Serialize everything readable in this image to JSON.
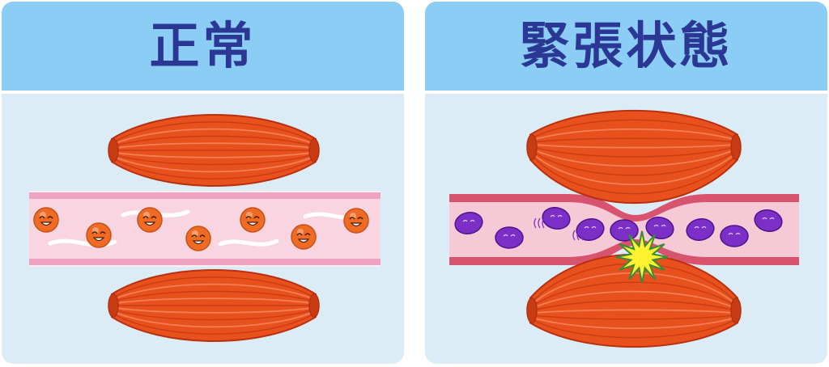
{
  "panels": [
    {
      "id": "normal",
      "title": "正常",
      "state": "relaxed muscles, open vessel"
    },
    {
      "id": "tense",
      "title": "緊張状態",
      "state": "contracted muscles, compressed vessel"
    }
  ],
  "colors": {
    "header_bg": "#8ccdf6",
    "title_text": "#2a3794",
    "panel_bg": "#dcecf6",
    "muscle": "#e8501e",
    "muscle_dark": "#b8300e",
    "vessel_wall_normal": "#efa3c0",
    "vessel_inner_normal": "#f9d5e1",
    "vessel_wall_tense": "#d8536e",
    "vessel_inner_tense": "#f6c9d6",
    "cell_normal": "#ef6b23",
    "cell_tense": "#7b2fc7",
    "burst": "#fff22e"
  },
  "icons": {
    "normal_cell": "smiling-blood-cell-icon",
    "tense_cell": "purple-blood-cell-icon",
    "pain": "pain-burst-icon"
  }
}
